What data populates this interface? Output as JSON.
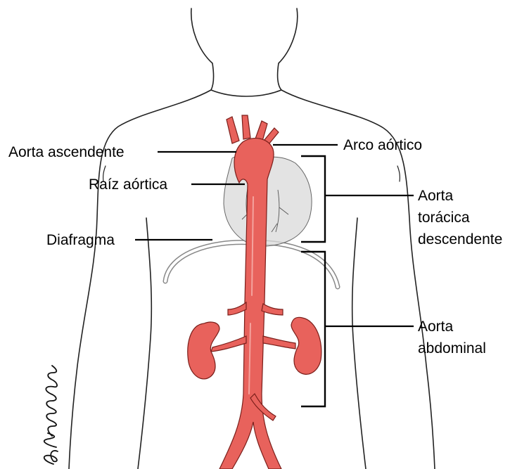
{
  "labels": {
    "aorta_ascendente": "Aorta ascendente",
    "arco_aortico": "Arco aórtico",
    "raiz_aortica": "Raíz aórtica",
    "diafragma": "Diafragma",
    "toracica_line1": "Aorta",
    "toracica_line2": "torácica",
    "toracica_line3": "descendente",
    "abdominal_line1": "Aorta",
    "abdominal_line2": "abdominal"
  },
  "signature": "BHuember",
  "colors": {
    "artery": "#e8625c",
    "artery_dark": "#7a1e1a",
    "heart": "#d9d9d9",
    "outline": "#222222"
  }
}
